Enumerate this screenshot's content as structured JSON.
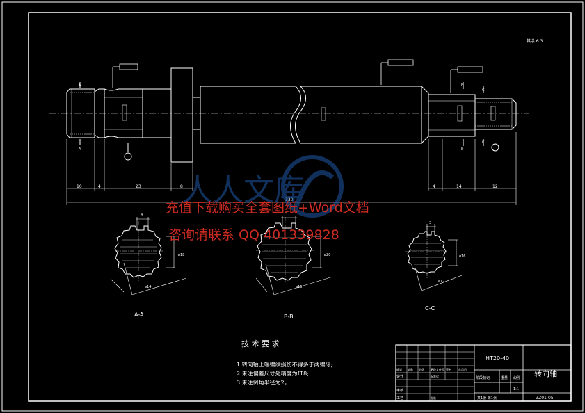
{
  "roughness_note": "其余 6.3",
  "dimensions": {
    "d1": "10",
    "d2": "4",
    "d3": "23",
    "d4": "8",
    "d5": "4",
    "d6": "14",
    "d7": "12",
    "overall": "330"
  },
  "sections": [
    {
      "label": "A-A",
      "width_dim": "4",
      "dia_inner": "ø14",
      "dia_outer": "ø18"
    },
    {
      "label": "B-B",
      "width_dim": "4",
      "dia_inner": "ø16",
      "dia_outer": "ø20"
    },
    {
      "label": "C-C",
      "width_dim": "3",
      "dia_inner": "ø12",
      "dia_outer": "ø16"
    }
  ],
  "section_marks": {
    "a": "A",
    "b": "B",
    "c": "C"
  },
  "tech_requirements": {
    "title": "技 术 要 求",
    "items": [
      "1.转向轴上端螺纹损伤不得多于两螺牙;",
      "2.未注偏差尺寸处精度为IT8;",
      "3.未注倒角半径为2。"
    ]
  },
  "title_block": {
    "material": "HT20-40",
    "part_name": "转向轴",
    "drawing_no": "ZZ01-05",
    "scale": "1:1",
    "sheet_info": "共1张 第1张",
    "col_labels": [
      "阶段标记",
      "重量",
      "比例"
    ],
    "row_labels": [
      "标记",
      "处数",
      "分区",
      "更改文件号",
      "签名",
      "年月日"
    ],
    "designer": "设计",
    "standardize": "标准化",
    "checker": "审核",
    "craft": "工艺",
    "approve": "批准"
  },
  "watermark": {
    "line1": "充值下载购买全套图纸+Word文档",
    "line2": "咨询请联系  QQ 401339828",
    "logo_text": "人人文库"
  }
}
